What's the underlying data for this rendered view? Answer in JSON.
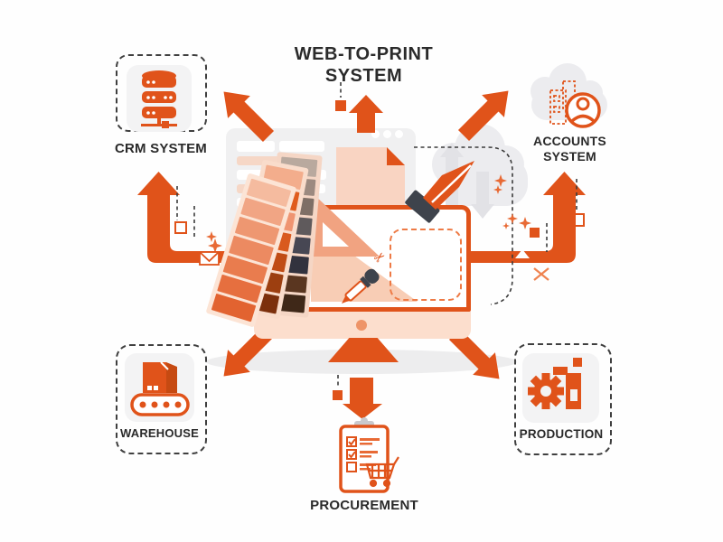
{
  "title": {
    "line1": "WEB-TO-PRINT",
    "line2": "SYSTEM"
  },
  "nodes": {
    "crm": {
      "label": "CRM SYSTEM",
      "icon": "database-network"
    },
    "accounts": {
      "label_line1": "ACCOUNTS",
      "label_line2": "SYSTEM",
      "icon": "user-circle-cloud"
    },
    "warehouse": {
      "label": "WAREHOUSE",
      "icon": "box-conveyor"
    },
    "production": {
      "label": "PRODUCTION",
      "icon": "gear-machine"
    },
    "procurement": {
      "label": "PROCUREMENT",
      "icon": "clipboard-checklist-cart"
    }
  },
  "center": {
    "name": "web-to-print design workstation monitor",
    "scissors_glyph": "✂",
    "swatch_fans": {
      "front": [
        "#f5bb9f",
        "#f1a584",
        "#ee9771",
        "#ec8a61",
        "#e97c4e",
        "#e66f3f",
        "#e26330"
      ],
      "middle": [
        "#f3ad8c",
        "#e05c1d",
        "#ef9471",
        "#d95a1e",
        "#c04c15",
        "#9d3f10",
        "#7c300c"
      ],
      "back": [
        "#b9a99e",
        "#9c8a80",
        "#7f6f66",
        "#5f5a5c",
        "#474753",
        "#32323e",
        "#5a3620",
        "#3f2818"
      ]
    }
  },
  "colors": {
    "accent": "#e0531a",
    "accent_soft": "#f9d4c2",
    "text": "#2a2a2a",
    "cloud": "#ececef",
    "shadow": "#ededee",
    "dark_accessory": "#3e434c"
  }
}
